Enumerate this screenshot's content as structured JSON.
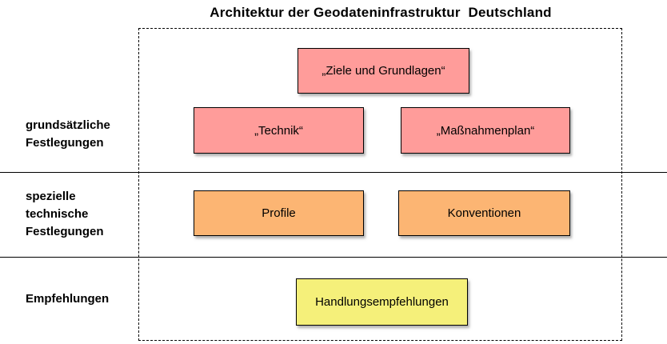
{
  "title": "Architektur der Geodateninfrastruktur  Deutschland",
  "colors": {
    "pink": "#FF9C9A",
    "orange": "#FCB573",
    "yellow": "#F5F07A",
    "line": "#000000"
  },
  "sections": {
    "grundsaetzliche": {
      "label": "grundsätzliche\nFestlegungen"
    },
    "spezielle": {
      "label": "spezielle\ntechnische\nFestlegungen"
    },
    "empfehlungen": {
      "label": "Empfehlungen"
    }
  },
  "boxes": {
    "ziele": {
      "label": "„Ziele und Grundlagen“",
      "color": "#FF9C9A"
    },
    "technik": {
      "label": "„Technik“",
      "color": "#FF9C9A"
    },
    "massnahmenplan": {
      "label": "„Maßnahmenplan“",
      "color": "#FF9C9A"
    },
    "profile": {
      "label": "Profile",
      "color": "#FCB573"
    },
    "konventionen": {
      "label": "Konventionen",
      "color": "#FCB573"
    },
    "handlungsempfehlungen": {
      "label": "Handlungsempfehlungen",
      "color": "#F5F07A"
    }
  }
}
